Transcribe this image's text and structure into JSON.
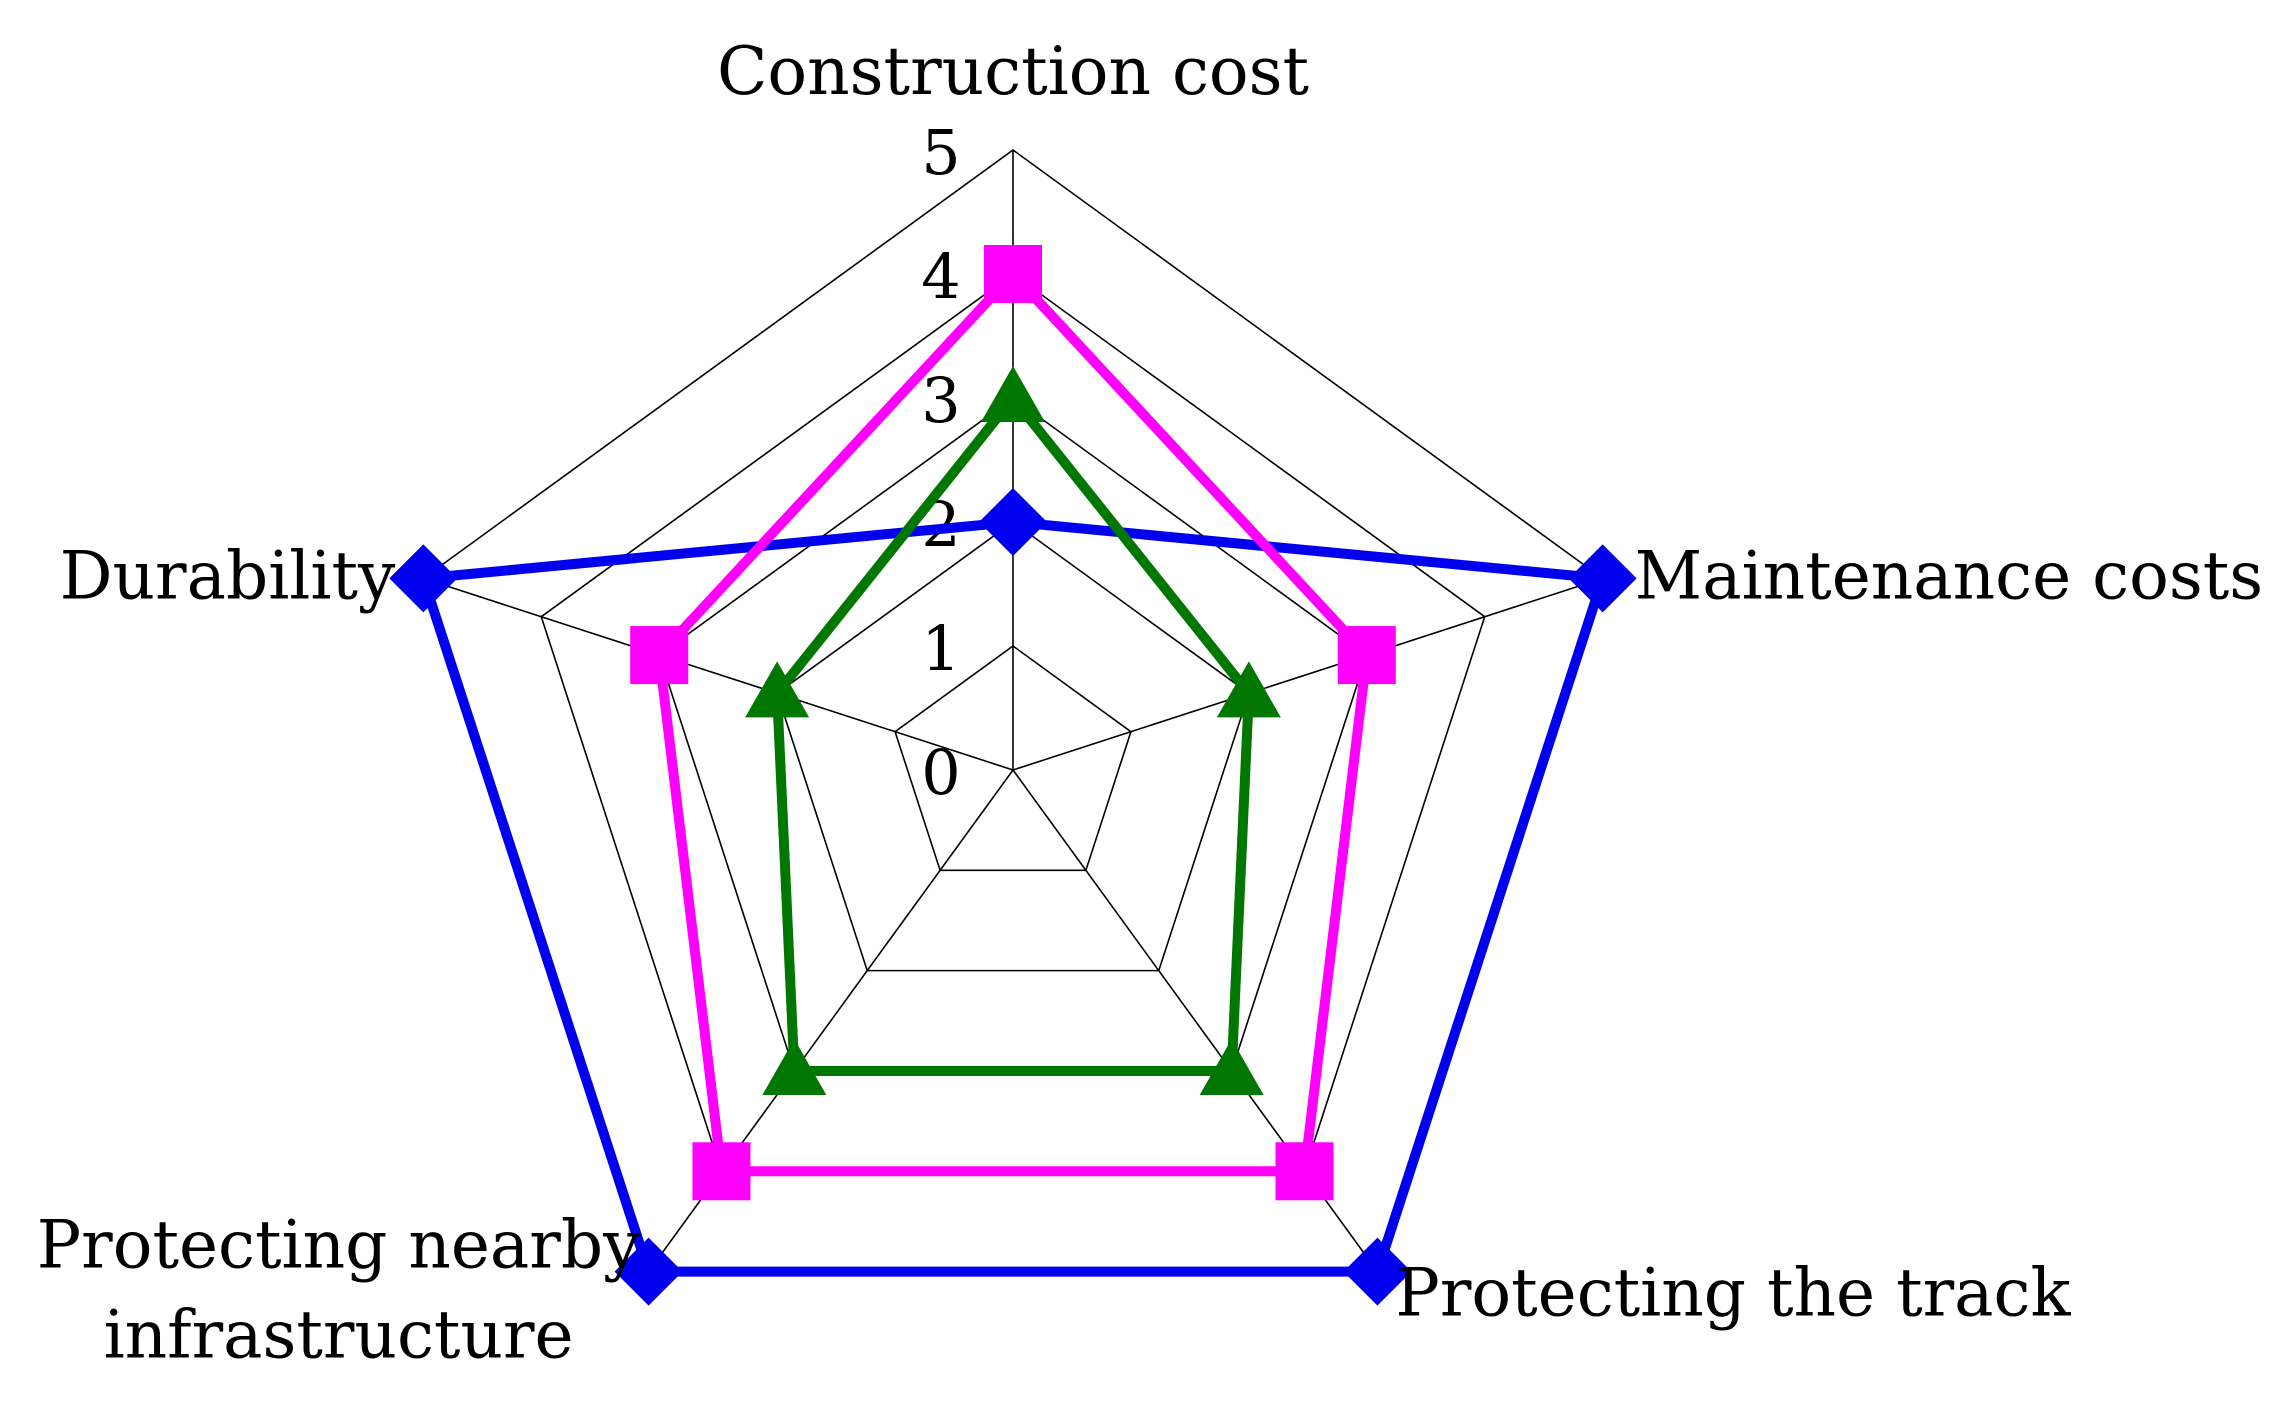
{
  "chart_data": {
    "type": "radar",
    "title": "",
    "axes": [
      {
        "label_lines": [
          "Construction cost"
        ]
      },
      {
        "label_lines": [
          "Maintenance costs"
        ]
      },
      {
        "label_lines": [
          "Protecting the track"
        ]
      },
      {
        "label_lines": [
          "Protecting nearby",
          "infrastructure"
        ]
      },
      {
        "label_lines": [
          "Durability"
        ]
      }
    ],
    "rlim": [
      0,
      5
    ],
    "ticks": [
      "0",
      "1",
      "2",
      "3",
      "4",
      "5"
    ],
    "grid": true,
    "legend": "none",
    "series": [
      {
        "color": "#0000ee",
        "marker": "diamond",
        "values": [
          2,
          5,
          5,
          5,
          5
        ]
      },
      {
        "color": "#ff00ff",
        "marker": "square",
        "values": [
          4,
          3,
          4,
          4,
          3
        ]
      },
      {
        "color": "#007700",
        "marker": "triangle",
        "values": [
          3,
          2,
          3,
          3,
          2
        ]
      }
    ]
  }
}
